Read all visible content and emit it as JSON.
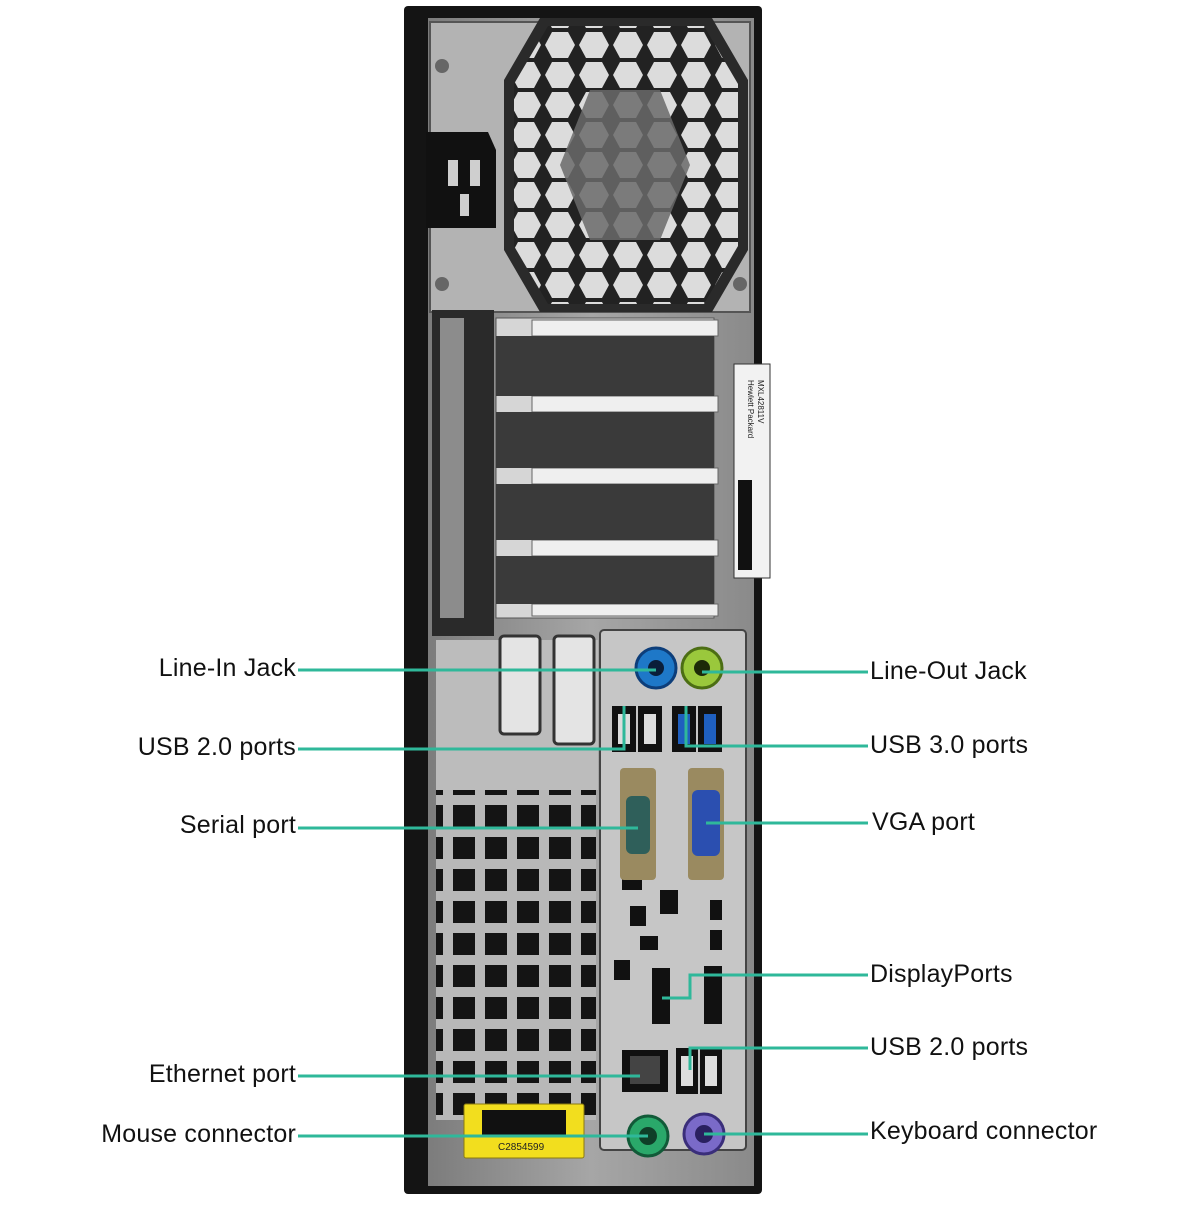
{
  "colors": {
    "leader": "#2fb89a",
    "case_black": "#141414",
    "chassis_gray": "#9a9a9a",
    "io_plate": "#c6c6c6",
    "line_in_blue": "#1e78c8",
    "line_out_green": "#9ac83c",
    "usb3_blue": "#1f5fbf",
    "serial_teal": "#2f5f5a",
    "vga_blue": "#2b4fb0",
    "mouse_green": "#2aa86a",
    "keyboard_purple": "#7a6ac8",
    "sticker_yellow": "#f2de1e"
  },
  "callouts": {
    "left": [
      {
        "id": "line-in-jack",
        "label": "Line-In Jack"
      },
      {
        "id": "usb2-ports-top",
        "label": "USB 2.0 ports"
      },
      {
        "id": "serial-port",
        "label": "Serial port"
      },
      {
        "id": "ethernet-port",
        "label": "Ethernet port"
      },
      {
        "id": "mouse-connector",
        "label": "Mouse connector"
      }
    ],
    "right": [
      {
        "id": "line-out-jack",
        "label": "Line-Out Jack"
      },
      {
        "id": "usb3-ports",
        "label": "USB 3.0 ports"
      },
      {
        "id": "vga-port",
        "label": "VGA port"
      },
      {
        "id": "displayports",
        "label": "DisplayPorts"
      },
      {
        "id": "usb2-ports-bottom",
        "label": "USB 2.0 ports"
      },
      {
        "id": "keyboard-connector",
        "label": "Keyboard connector"
      }
    ]
  },
  "stickers": {
    "side_label_text": "MXL42811V",
    "side_label_brand": "Hewlett Packard",
    "bottom_label_text": "C2854599"
  }
}
